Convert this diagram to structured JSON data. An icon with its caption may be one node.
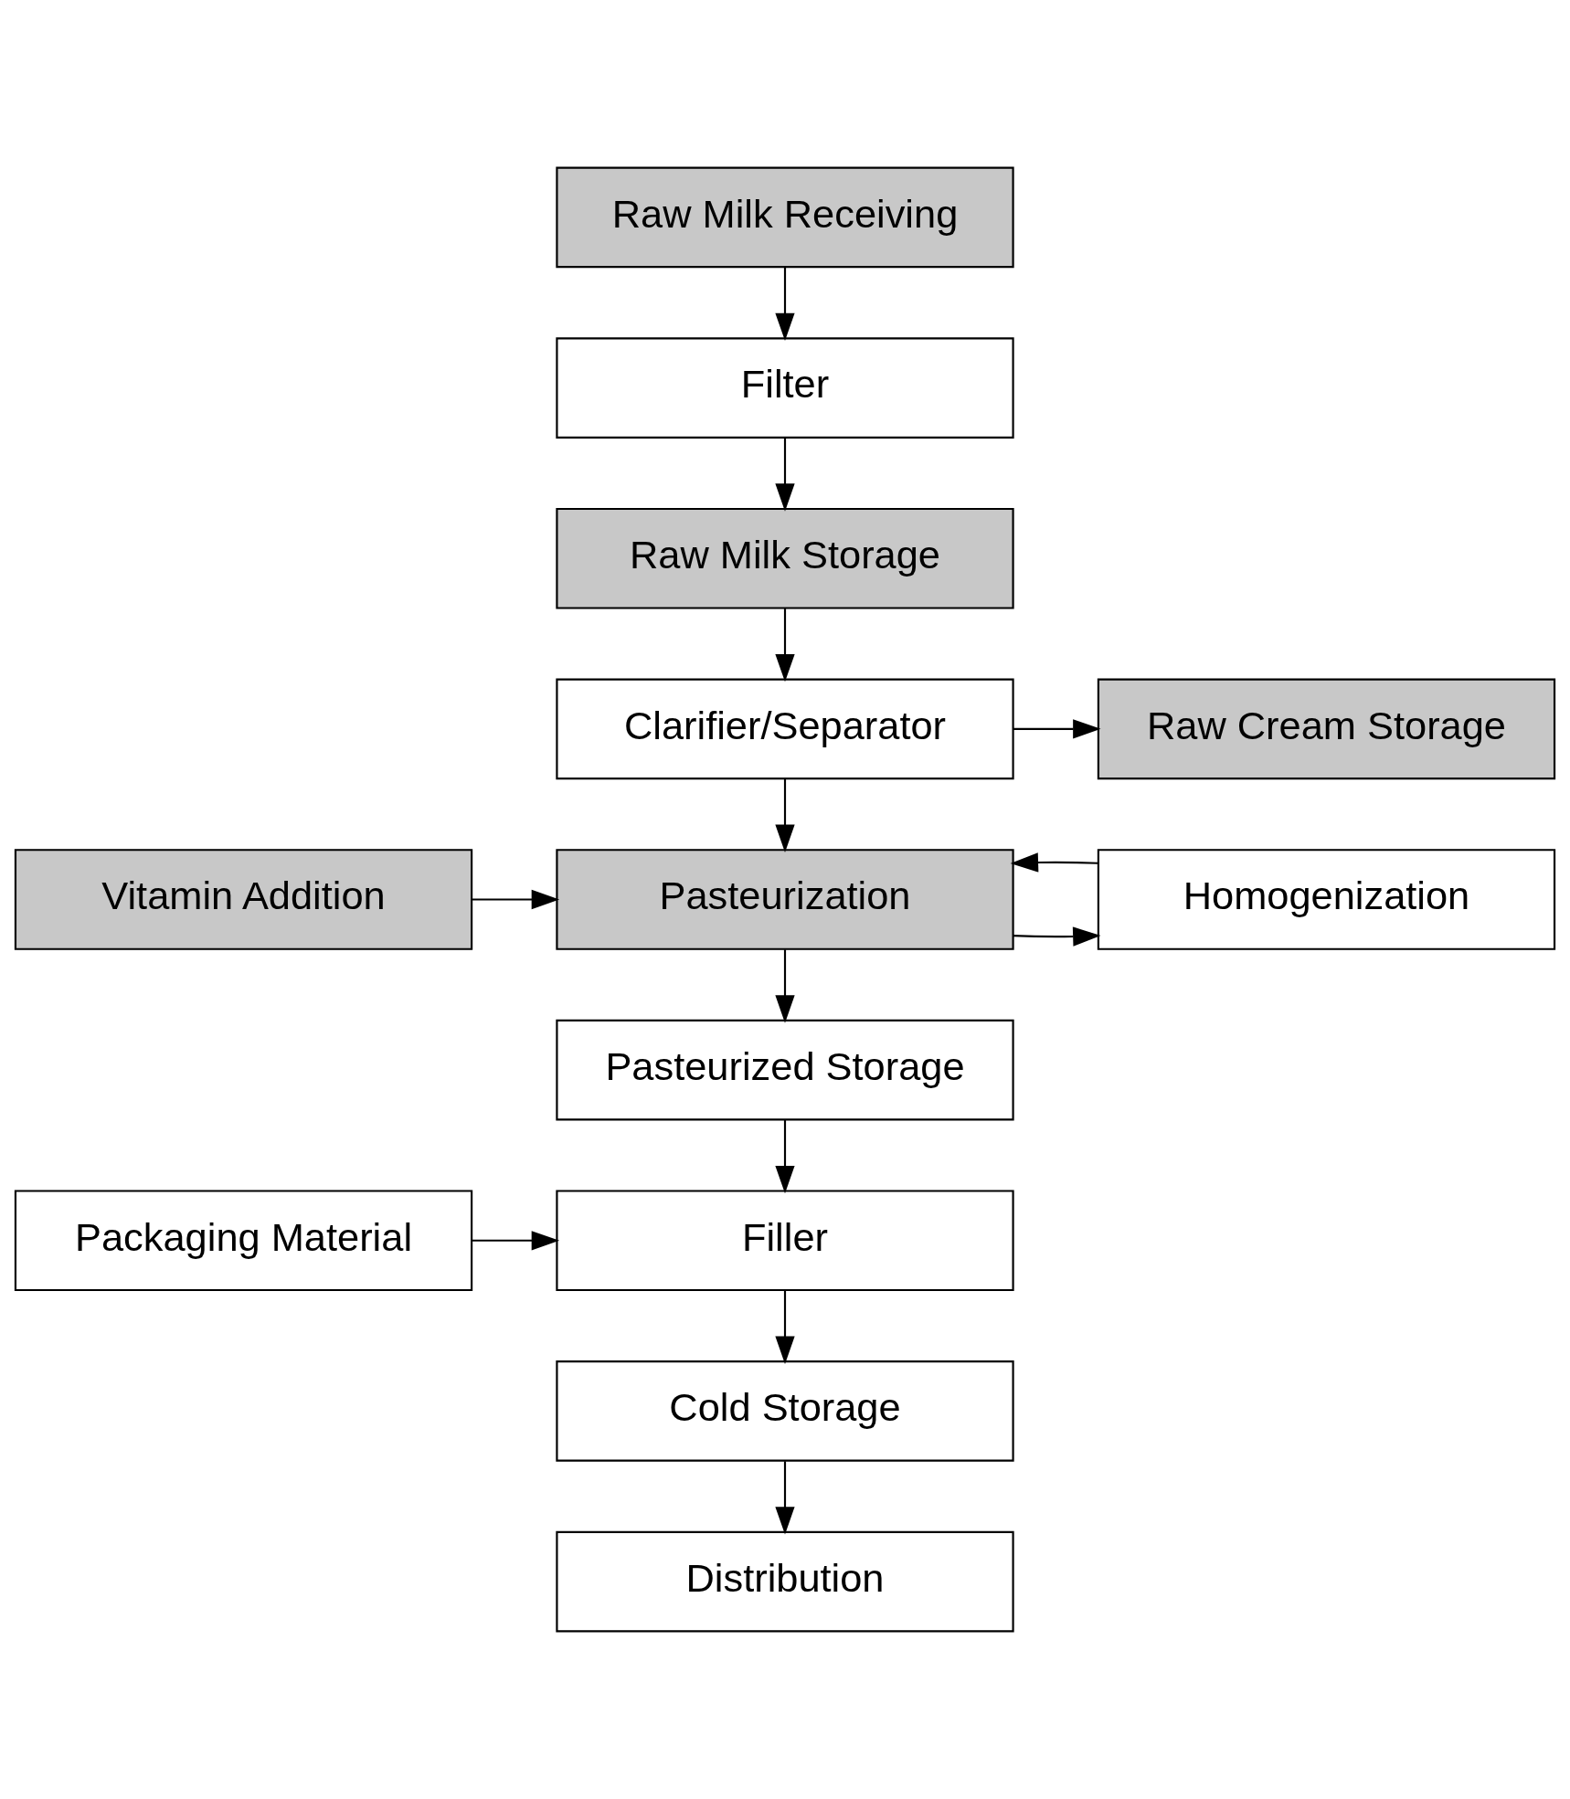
{
  "diagram": {
    "nodes": [
      {
        "text": [
          "Raw Milk Receiving"
        ]
      },
      {
        "text": [
          "Filter"
        ]
      },
      {
        "text": [
          "Raw Milk Storage"
        ]
      },
      {
        "text": [
          "Clarifier/Separator"
        ]
      },
      {
        "text": [
          "Raw Cream Storage"
        ]
      },
      {
        "text": [
          "Homogenization"
        ]
      },
      {
        "text": [
          "Pasteurization"
        ]
      },
      {
        "text": [
          "Vitamin Addition"
        ]
      },
      {
        "text": [
          "Pasteurized Storage"
        ]
      },
      {
        "text": [
          "Filler"
        ]
      },
      {
        "text": [
          "Packaging Material"
        ]
      },
      {
        "text": [
          "Cold Storage"
        ]
      },
      {
        "text": [
          "Distribution"
        ]
      }
    ],
    "edges": [
      {
        "from": 0,
        "to": 1,
        "arrow": "to"
      },
      {
        "from": 1,
        "to": 2,
        "arrow": "to"
      },
      {
        "from": 2,
        "to": 3,
        "arrow": "to"
      },
      {
        "from": 3,
        "to": 4,
        "arrow": "to"
      },
      {
        "from": 3,
        "to": 6,
        "arrow": "to"
      },
      {
        "from": 6,
        "to": 5,
        "arrow": "to"
      },
      {
        "from": 5,
        "to": 6,
        "arrow": "to"
      },
      {
        "from": 7,
        "to": 6,
        "arrow": "to"
      },
      {
        "from": 6,
        "to": 8,
        "arrow": "to"
      },
      {
        "from": 8,
        "to": 9,
        "arrow": "to"
      },
      {
        "from": 10,
        "to": 9,
        "arrow": "to"
      },
      {
        "from": 9,
        "to": 11,
        "arrow": "to"
      },
      {
        "from": 11,
        "to": 12,
        "arrow": "to"
      }
    ]
  }
}
